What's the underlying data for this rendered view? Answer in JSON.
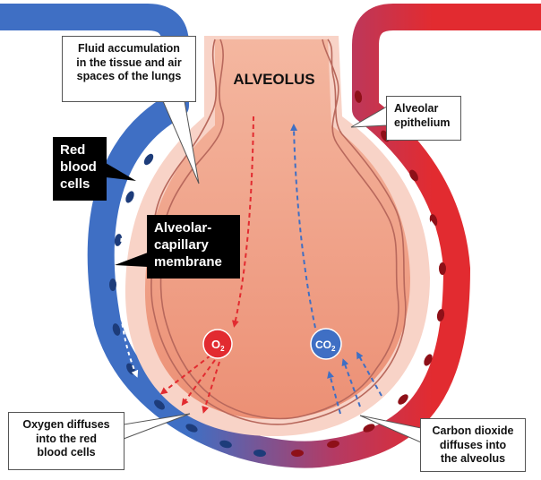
{
  "title": "ALVEOLUS",
  "labels": {
    "fluid": "Fluid accumulation\nin the tissue and air\nspaces of the lungs",
    "epithelium": "Alveolar\nepithelium",
    "red_blood_cells": "Red\nblood\ncells",
    "membrane": "Alveolar-\ncapillary\nmembrane",
    "oxygen": "Oxygen diffuses\ninto the red\nblood cells",
    "carbon_dioxide": "Carbon dioxide\ndiffuses into\nthe alveolus"
  },
  "gases": {
    "o2": {
      "symbol": "O",
      "subscript": "2"
    },
    "co2": {
      "symbol": "CO",
      "subscript": "2"
    }
  },
  "colors": {
    "vein_blue": "#3f6fc4",
    "artery_red": "#e22b30",
    "alveolus_fill": "#f0a083",
    "membrane_pink": "#f8d3c7",
    "cell_blue": "#1d3c7a",
    "cell_red": "#8e1018"
  },
  "icons": {
    "o2_bubble": "red-circle",
    "co2_bubble": "blue-circle"
  }
}
